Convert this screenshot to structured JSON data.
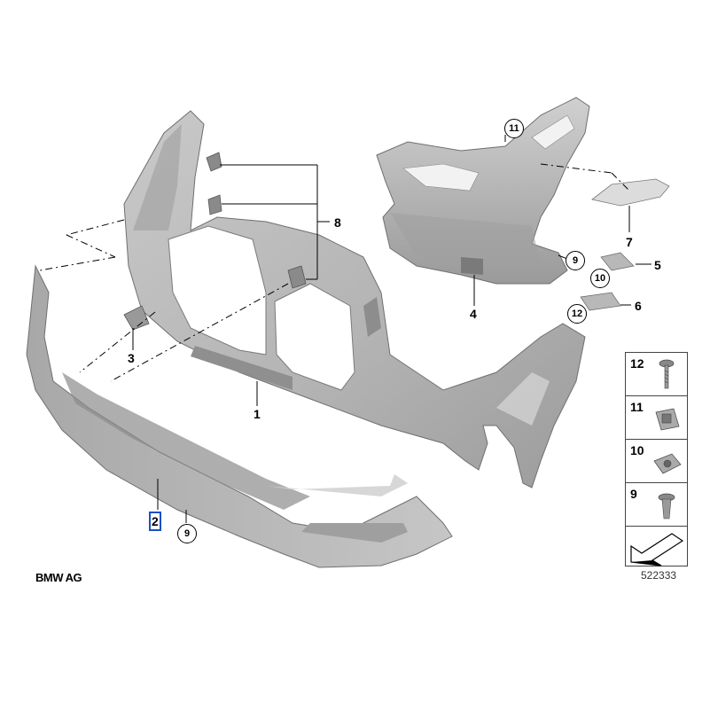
{
  "callouts": {
    "p1": "1",
    "p2": "2",
    "p3": "3",
    "p4": "4",
    "p5": "5",
    "p6": "6",
    "p7": "7",
    "p8": "8",
    "p9a": "9",
    "p9b": "9",
    "p10": "10",
    "p11": "11",
    "p12": "12"
  },
  "legend": {
    "items": [
      "12",
      "11",
      "10",
      "9"
    ]
  },
  "footer": {
    "brand": "BMW AG",
    "diagram_id": "522333"
  },
  "colors": {
    "part_fill": "#bfbfbf",
    "part_shadow": "#8e8e8e",
    "part_light": "#dcdcdc",
    "line": "#000000",
    "selected": "#1a4fc9"
  }
}
